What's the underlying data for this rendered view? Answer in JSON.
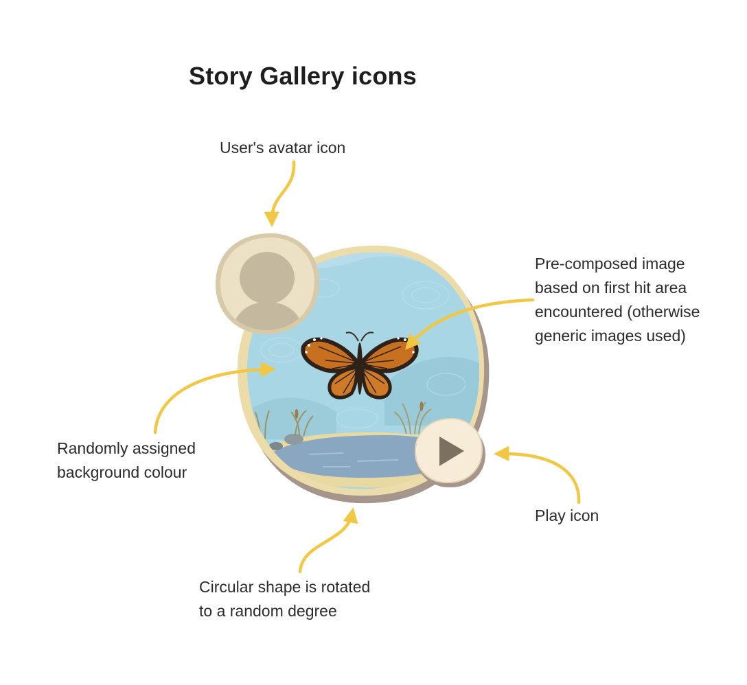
{
  "title": "Story Gallery icons",
  "annotations": {
    "avatar": [
      "User's avatar icon"
    ],
    "image": [
      "Pre-composed image",
      "based on first hit area",
      "encountered (otherwise",
      "generic images used)"
    ],
    "background": [
      "Randomly assigned",
      "background colour"
    ],
    "play": [
      "Play icon"
    ],
    "shape": [
      "Circular shape is rotated",
      "to a random degree"
    ]
  },
  "colors": {
    "arrow": "#f2c744",
    "frame": "#ecdcaa",
    "frame_shadow": "#a5958a",
    "sky": "#a9d6e4",
    "pond": "#8aa7c1",
    "avatar_bg": "#ece1c5",
    "avatar_figure": "#c4b89e",
    "butterfly": "#c7701f"
  },
  "icons": [
    "avatar-icon",
    "butterfly-icon",
    "play-icon"
  ]
}
